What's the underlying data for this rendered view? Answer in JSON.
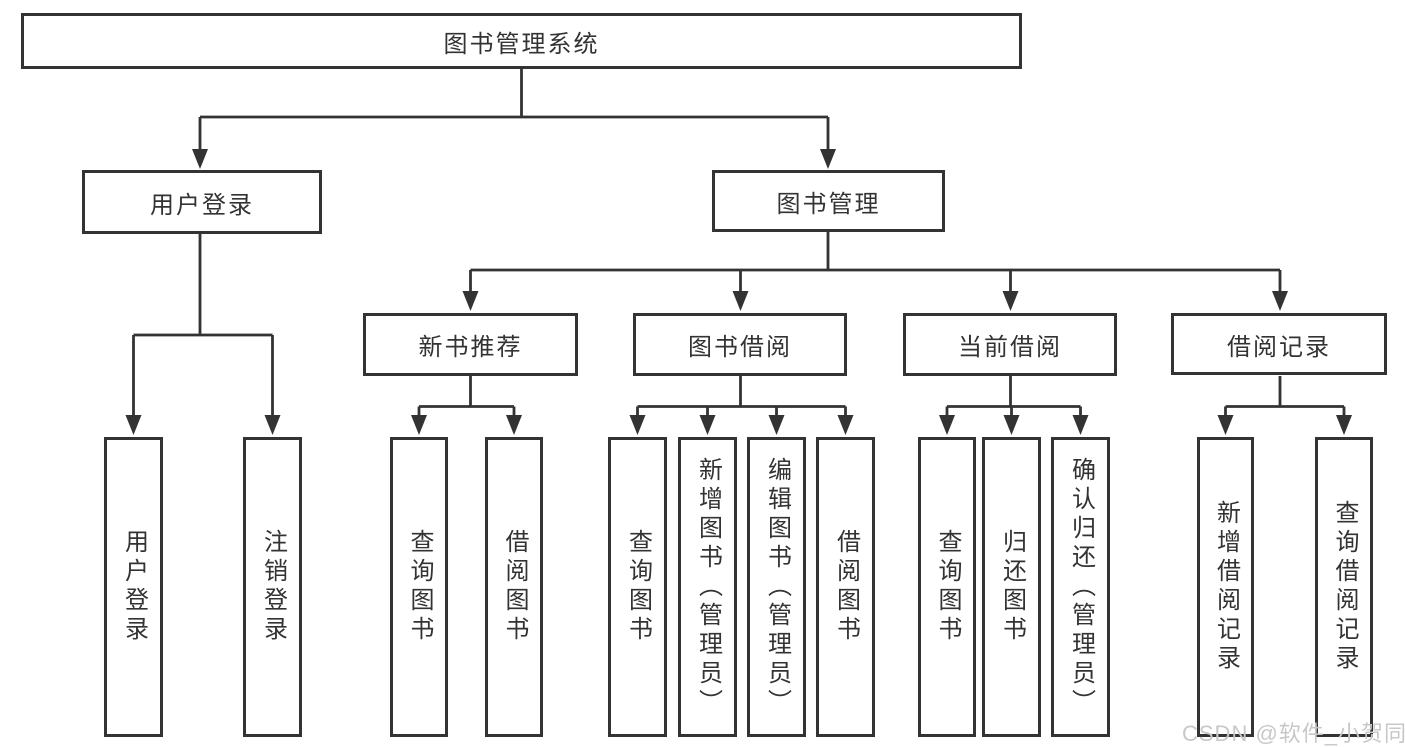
{
  "diagram": {
    "root": {
      "label": "图书管理系统"
    },
    "branches": [
      {
        "label": "用户登录",
        "children": [
          {
            "label": "用户登录"
          },
          {
            "label": "注销登录"
          }
        ]
      },
      {
        "label": "图书管理",
        "children": [
          {
            "label": "新书推荐",
            "children": [
              {
                "label": "查询图书"
              },
              {
                "label": "借阅图书"
              }
            ]
          },
          {
            "label": "图书借阅",
            "children": [
              {
                "label": "查询图书"
              },
              {
                "label": "新增图书（管理员）"
              },
              {
                "label": "编辑图书（管理员）"
              },
              {
                "label": "借阅图书"
              }
            ]
          },
          {
            "label": "当前借阅",
            "children": [
              {
                "label": "查询图书"
              },
              {
                "label": "归还图书"
              },
              {
                "label": "确认归还（管理员）"
              }
            ]
          },
          {
            "label": "借阅记录",
            "children": [
              {
                "label": "新增借阅记录"
              },
              {
                "label": "查询借阅记录"
              }
            ]
          }
        ]
      }
    ]
  },
  "watermark": {
    "text": "CSDN @软件_小贺同学"
  },
  "colors": {
    "line": "#333333",
    "text": "#333333",
    "watermark": "#c8c8c8",
    "background": "#ffffff"
  }
}
